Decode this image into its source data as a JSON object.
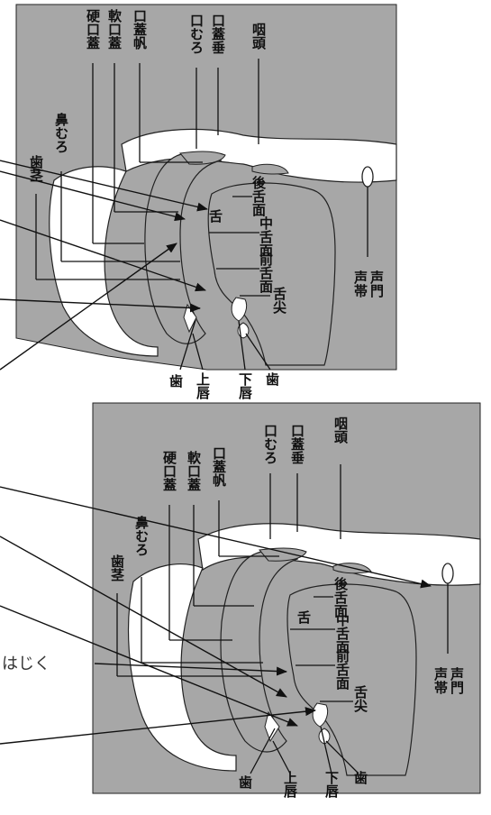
{
  "colors": {
    "panel": "#a7a7a7",
    "ink": "#111111",
    "paper": "#ffffff"
  },
  "top_diagram": {
    "labels": {
      "hard_palate": "硬口蓋",
      "soft_palate": "軟口蓋",
      "velum": "口蓋帆",
      "uvula": "口むろ",
      "uvula_hang": "口蓋垂",
      "pharynx": "咽頭",
      "alveolar": "歯茎",
      "nasal_cavity": "鼻むろ",
      "tongue": "舌",
      "back_tongue": "後舌面",
      "mid_tongue": "中舌面",
      "front_tongue": "前舌面",
      "tongue_tip": "舌尖",
      "vocal_cords": "声帯",
      "glottis": "声門",
      "teeth_upper": "歯",
      "upper_lip": "上唇",
      "lower_lip": "下唇",
      "teeth_lower": "歯"
    }
  },
  "bottom_diagram": {
    "labels": {
      "hard_palate": "硬口蓋",
      "soft_palate": "軟口蓋",
      "velum": "口蓋帆",
      "uvula": "口むろ",
      "uvula_hang": "口蓋垂",
      "pharynx": "咽頭",
      "alveolar": "歯茎",
      "nasal_cavity": "鼻むろ",
      "tongue": "舌",
      "back_tongue": "後舌面",
      "mid_tongue": "中舌面",
      "front_tongue": "前舌面",
      "tongue_tip": "舌尖",
      "vocal_cords": "声帯",
      "glottis": "声門",
      "teeth_upper": "歯",
      "upper_lip": "上唇",
      "lower_lip": "下唇",
      "teeth_lower": "歯"
    }
  },
  "margin_text": "はじく"
}
